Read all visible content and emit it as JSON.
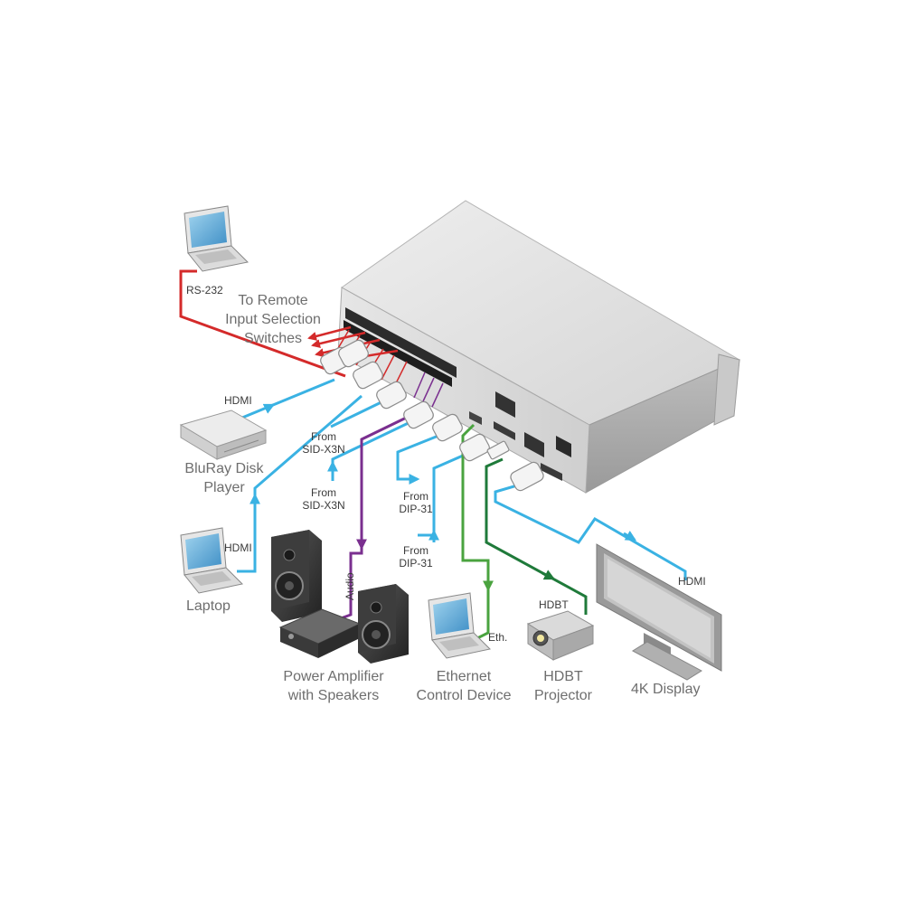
{
  "devices": {
    "bluray": "BluRay Disk\nPlayer",
    "laptop": "Laptop",
    "amplifier": "Power Amplifier\nwith Speakers",
    "ethernet_device": "Ethernet\nControl Device",
    "projector": "HDBT\nProjector",
    "display": "4K Display"
  },
  "remote_switches": "To Remote\nInput Selection\nSwitches",
  "cables": {
    "rs232": "RS-232",
    "hdmi_bluray": "HDMI",
    "hdmi_laptop": "HDMI",
    "hdmi_display": "HDMI",
    "from_sid_1": "From\nSID-X3N",
    "from_sid_2": "From\nSID-X3N",
    "from_dip_1": "From\nDIP-31",
    "from_dip_2": "From\nDIP-31",
    "audio": "Audio",
    "eth": "Eth.",
    "hdbt": "HDBT"
  },
  "colors": {
    "rs232_cable": "#d42a2a",
    "remote_arrows": "#d42a2a",
    "hdmi_cable": "#3ab2e3",
    "audio_cable": "#7a2f8f",
    "ethernet_cable": "#4aa33f",
    "hdbt_cable": "#1f7a3a",
    "chassis": "#d8d8d8"
  }
}
